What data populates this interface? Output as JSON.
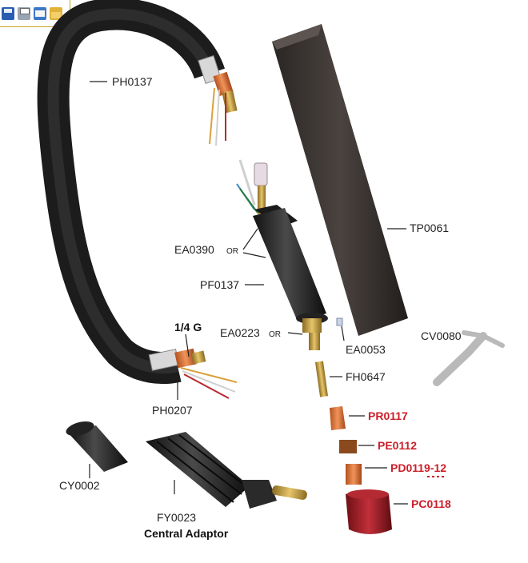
{
  "toolbar": {
    "icons": [
      "save-icon",
      "print-icon",
      "email-icon",
      "folder-icon"
    ]
  },
  "colors": {
    "label_text": "#222222",
    "consumable_label": "#cc1f2a",
    "cable": "#2b2b2b",
    "brass": "#c9a24a",
    "copper": "#d9733a",
    "nozzle_red": "#9a1b22"
  },
  "labels": {
    "ph0137": "PH0137",
    "tp0061": "TP0061",
    "ea0390": "EA0390",
    "ea0390_or": "OR",
    "pf0137": "PF0137",
    "ea0223": "EA0223",
    "ea0223_or": "OR",
    "ea0053": "EA0053",
    "cv0080": "CV0080",
    "fh0647": "FH0647",
    "pr0117": "PR0117",
    "pe0112": "PE0112",
    "pd0119": "PD0119-12",
    "pc0118": "PC0118",
    "quarter_g": "1/4 G",
    "ph0207": "PH0207",
    "cy0002": "CY0002",
    "fy0023": "FY0023",
    "central_adaptor": "Central Adaptor"
  }
}
